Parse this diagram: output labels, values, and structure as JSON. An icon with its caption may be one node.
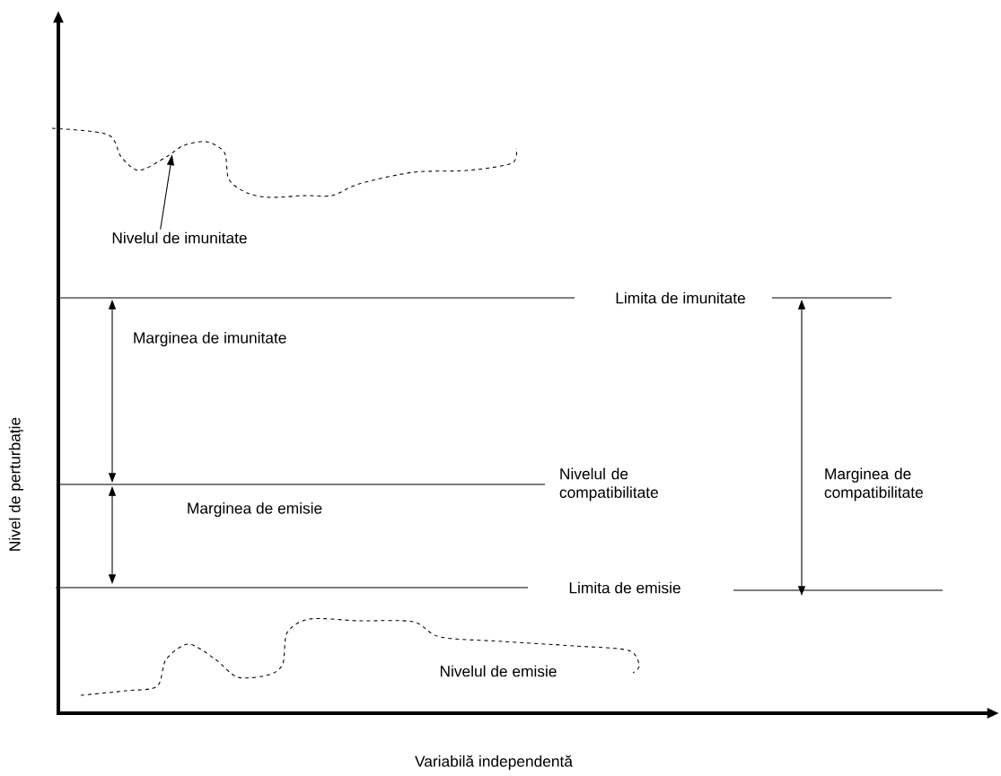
{
  "diagram": {
    "nodes": [
      {
        "text": [
          "Nivelul de imunitate"
        ]
      },
      {
        "text": [],
        "shape": "curve"
      }
    ],
    "edges": [
      {
        "from": 0,
        "to": 1,
        "arrow": "to"
      }
    ],
    "labels": [
      "Limita de imunitate",
      "Marginea de imunitate",
      "Nivelul de compatibilitate",
      "Marginea de compatibilitate",
      "Marginea de emisie",
      "Nivel de perturbație",
      "Limita de emisie",
      "Nivelul de emisie",
      "Variabilă independentă"
    ]
  }
}
